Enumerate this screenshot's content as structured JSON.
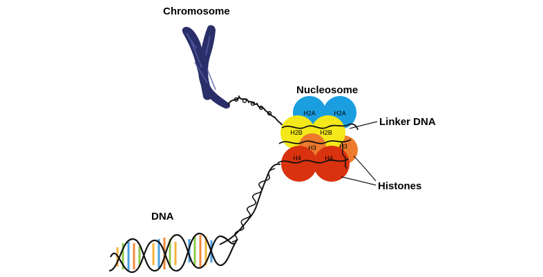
{
  "labels": {
    "chromosome": "Chromosome",
    "nucleosome": "Nucleosome",
    "linker_dna": "Linker DNA",
    "histones": "Histones",
    "dna": "DNA"
  },
  "histones": {
    "h2a_left": "H2A",
    "h2a_right": "H2A",
    "h2b_left": "H2B",
    "h2b_right": "H2B",
    "h3_center": "H3",
    "h3_right": "H3",
    "h4_left": "H4",
    "h4_right": "H4"
  },
  "colors": {
    "h2a": "#1a9ee0",
    "h2b": "#f4e81a",
    "h3": "#ee7a2e",
    "h4": "#d8320e",
    "chromosome": "#2a2f6a",
    "dna_strand": "#111111"
  }
}
